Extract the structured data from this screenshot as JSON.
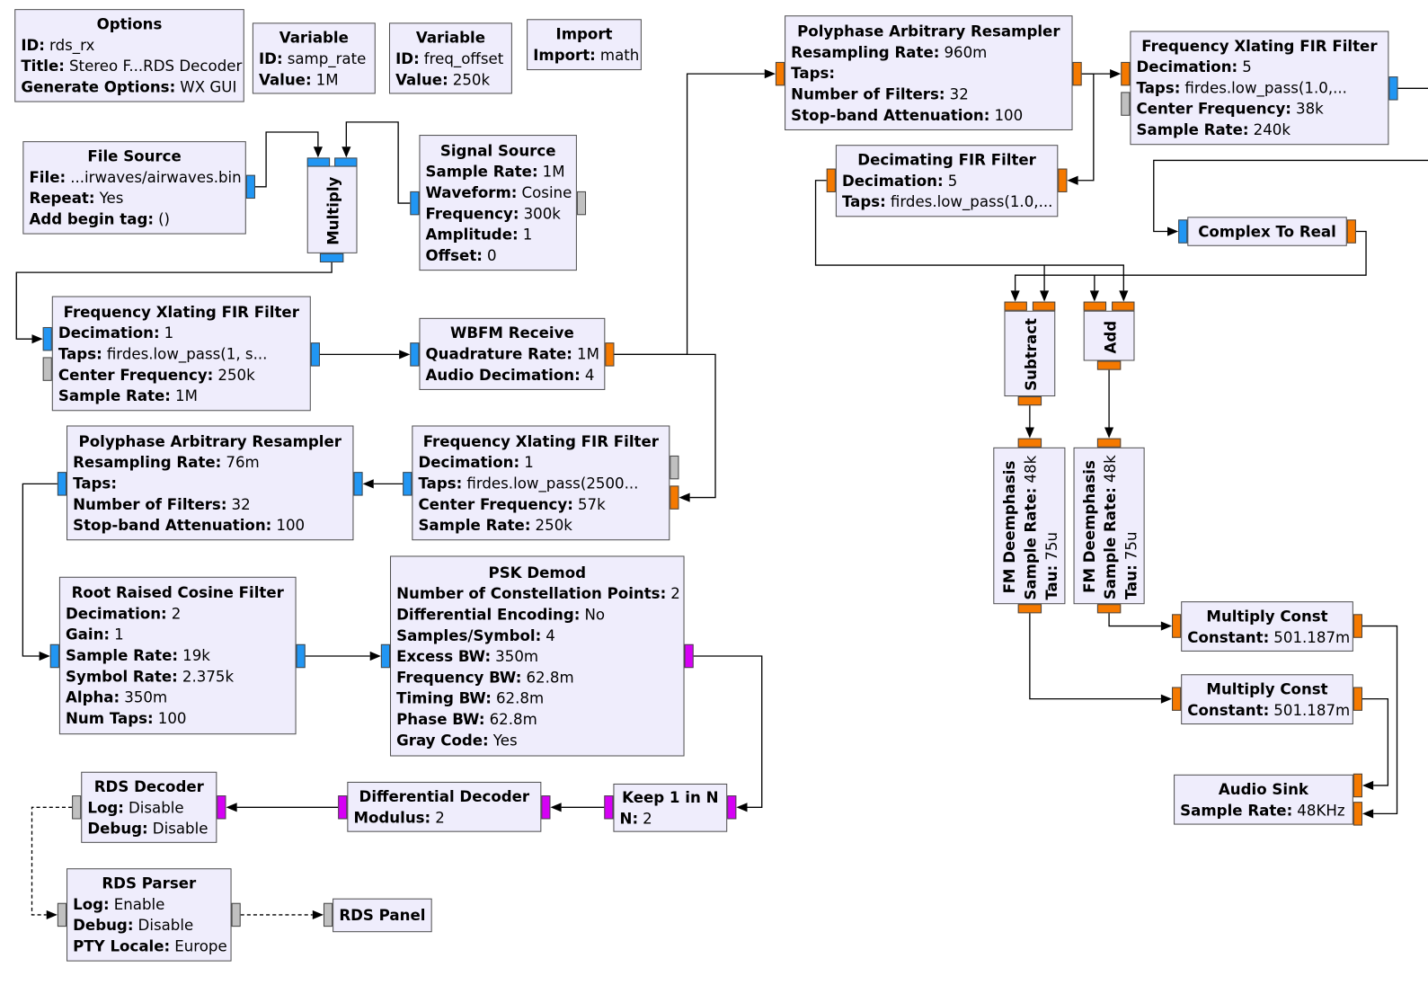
{
  "colors": {
    "block_fill": "#efedfc",
    "block_border": "#4f4f4f",
    "wire": "#000000",
    "port_complex": "#2196f3",
    "port_float": "#f57900",
    "port_byte": "#d600f5",
    "port_message": "#c0c0c0"
  },
  "blocks": {
    "options": {
      "title": "Options",
      "params": [
        {
          "label": "ID:",
          "value": "rds_rx"
        },
        {
          "label": "Title:",
          "value": "Stereo F...RDS Decoder"
        },
        {
          "label": "Generate Options:",
          "value": "WX GUI"
        }
      ]
    },
    "var_samp_rate": {
      "title": "Variable",
      "params": [
        {
          "label": "ID:",
          "value": "samp_rate"
        },
        {
          "label": "Value:",
          "value": "1M"
        }
      ]
    },
    "var_freq_offset": {
      "title": "Variable",
      "params": [
        {
          "label": "ID:",
          "value": "freq_offset"
        },
        {
          "label": "Value:",
          "value": "250k"
        }
      ]
    },
    "import": {
      "title": "Import",
      "params": [
        {
          "label": "Import:",
          "value": "math"
        }
      ]
    },
    "file_source": {
      "title": "File Source",
      "params": [
        {
          "label": "File:",
          "value": "...irwaves/airwaves.bin"
        },
        {
          "label": "Repeat:",
          "value": "Yes"
        },
        {
          "label": "Add begin tag:",
          "value": "()"
        }
      ]
    },
    "multiply": {
      "title": "Multiply"
    },
    "signal_source": {
      "title": "Signal Source",
      "params": [
        {
          "label": "Sample Rate:",
          "value": "1M"
        },
        {
          "label": "Waveform:",
          "value": "Cosine"
        },
        {
          "label": "Frequency:",
          "value": "300k"
        },
        {
          "label": "Amplitude:",
          "value": "1"
        },
        {
          "label": "Offset:",
          "value": "0"
        }
      ]
    },
    "freq_xlating_1": {
      "title": "Frequency Xlating FIR Filter",
      "params": [
        {
          "label": "Decimation:",
          "value": "1"
        },
        {
          "label": "Taps:",
          "value": "firdes.low_pass(1, s..."
        },
        {
          "label": "Center Frequency:",
          "value": "250k"
        },
        {
          "label": "Sample Rate:",
          "value": "1M"
        }
      ]
    },
    "wbfm_receive": {
      "title": "WBFM Receive",
      "params": [
        {
          "label": "Quadrature Rate:",
          "value": "1M"
        },
        {
          "label": "Audio Decimation:",
          "value": "4"
        }
      ]
    },
    "resampler_1": {
      "title": "Polyphase Arbitrary Resampler",
      "params": [
        {
          "label": "Resampling Rate:",
          "value": "960m"
        },
        {
          "label": "Taps:",
          "value": ""
        },
        {
          "label": "Number of Filters:",
          "value": "32"
        },
        {
          "label": "Stop-band Attenuation:",
          "value": "100"
        }
      ]
    },
    "freq_xlating_38k": {
      "title": "Frequency Xlating FIR Filter",
      "params": [
        {
          "label": "Decimation:",
          "value": "5"
        },
        {
          "label": "Taps:",
          "value": "firdes.low_pass(1.0,..."
        },
        {
          "label": "Center Frequency:",
          "value": "38k"
        },
        {
          "label": "Sample Rate:",
          "value": "240k"
        }
      ]
    },
    "decimating_fir": {
      "title": "Decimating FIR Filter",
      "params": [
        {
          "label": "Decimation:",
          "value": "5"
        },
        {
          "label": "Taps:",
          "value": "firdes.low_pass(1.0,..."
        }
      ]
    },
    "complex_to_real": {
      "title": "Complex To Real"
    },
    "subtract": {
      "title": "Subtract"
    },
    "add": {
      "title": "Add"
    },
    "fm_deemph_1": {
      "title": "FM Deemphasis",
      "params": [
        {
          "label": "Sample Rate:",
          "value": "48k"
        },
        {
          "label": "Tau:",
          "value": "75u"
        }
      ]
    },
    "fm_deemph_2": {
      "title": "FM Deemphasis",
      "params": [
        {
          "label": "Sample Rate:",
          "value": "48k"
        },
        {
          "label": "Tau:",
          "value": "75u"
        }
      ]
    },
    "multiply_const_1": {
      "title": "Multiply Const",
      "params": [
        {
          "label": "Constant:",
          "value": "501.187m"
        }
      ]
    },
    "multiply_const_2": {
      "title": "Multiply Const",
      "params": [
        {
          "label": "Constant:",
          "value": "501.187m"
        }
      ]
    },
    "audio_sink": {
      "title": "Audio Sink",
      "params": [
        {
          "label": "Sample Rate:",
          "value": "48KHz"
        }
      ]
    },
    "freq_xlating_57k": {
      "title": "Frequency Xlating FIR Filter",
      "params": [
        {
          "label": "Decimation:",
          "value": "1"
        },
        {
          "label": "Taps:",
          "value": "firdes.low_pass(2500..."
        },
        {
          "label": "Center Frequency:",
          "value": "57k"
        },
        {
          "label": "Sample Rate:",
          "value": "250k"
        }
      ]
    },
    "resampler_2": {
      "title": "Polyphase Arbitrary Resampler",
      "params": [
        {
          "label": "Resampling Rate:",
          "value": "76m"
        },
        {
          "label": "Taps:",
          "value": ""
        },
        {
          "label": "Number of Filters:",
          "value": "32"
        },
        {
          "label": "Stop-band Attenuation:",
          "value": "100"
        }
      ]
    },
    "rrc_filter": {
      "title": "Root Raised Cosine Filter",
      "params": [
        {
          "label": "Decimation:",
          "value": "2"
        },
        {
          "label": "Gain:",
          "value": "1"
        },
        {
          "label": "Sample Rate:",
          "value": "19k"
        },
        {
          "label": "Symbol Rate:",
          "value": "2.375k"
        },
        {
          "label": "Alpha:",
          "value": "350m"
        },
        {
          "label": "Num Taps:",
          "value": "100"
        }
      ]
    },
    "psk_demod": {
      "title": "PSK Demod",
      "params": [
        {
          "label": "Number of Constellation Points:",
          "value": "2"
        },
        {
          "label": "Differential Encoding:",
          "value": "No"
        },
        {
          "label": "Samples/Symbol:",
          "value": "4"
        },
        {
          "label": "Excess BW:",
          "value": "350m"
        },
        {
          "label": "Frequency BW:",
          "value": "62.8m"
        },
        {
          "label": "Timing BW:",
          "value": "62.8m"
        },
        {
          "label": "Phase BW:",
          "value": "62.8m"
        },
        {
          "label": "Gray Code:",
          "value": "Yes"
        }
      ]
    },
    "keep_1_in_n": {
      "title": "Keep 1 in N",
      "params": [
        {
          "label": "N:",
          "value": "2"
        }
      ]
    },
    "differential_decoder": {
      "title": "Differential Decoder",
      "params": [
        {
          "label": "Modulus:",
          "value": "2"
        }
      ]
    },
    "rds_decoder": {
      "title": "RDS Decoder",
      "params": [
        {
          "label": "Log:",
          "value": "Disable"
        },
        {
          "label": "Debug:",
          "value": "Disable"
        }
      ]
    },
    "rds_parser": {
      "title": "RDS Parser",
      "params": [
        {
          "label": "Log:",
          "value": "Enable"
        },
        {
          "label": "Debug:",
          "value": "Disable"
        },
        {
          "label": "PTY Locale:",
          "value": "Europe"
        }
      ]
    },
    "rds_panel": {
      "title": "RDS Panel"
    }
  },
  "connections": [
    {
      "from": "file_source",
      "to": "multiply",
      "style": "solid"
    },
    {
      "from": "signal_source",
      "to": "multiply",
      "style": "solid"
    },
    {
      "from": "multiply",
      "to": "freq_xlating_1",
      "style": "solid"
    },
    {
      "from": "freq_xlating_1",
      "to": "wbfm_receive",
      "style": "solid"
    },
    {
      "from": "wbfm_receive",
      "to": "resampler_1",
      "style": "solid"
    },
    {
      "from": "wbfm_receive",
      "to": "freq_xlating_57k",
      "style": "solid"
    },
    {
      "from": "resampler_1",
      "to": "freq_xlating_38k",
      "style": "solid"
    },
    {
      "from": "resampler_1",
      "to": "decimating_fir",
      "style": "solid"
    },
    {
      "from": "freq_xlating_38k",
      "to": "complex_to_real",
      "style": "solid"
    },
    {
      "from": "decimating_fir",
      "to": "subtract",
      "style": "solid"
    },
    {
      "from": "decimating_fir",
      "to": "add",
      "style": "solid"
    },
    {
      "from": "complex_to_real",
      "to": "subtract",
      "style": "solid"
    },
    {
      "from": "complex_to_real",
      "to": "add",
      "style": "solid"
    },
    {
      "from": "subtract",
      "to": "fm_deemph_1",
      "style": "solid"
    },
    {
      "from": "add",
      "to": "fm_deemph_2",
      "style": "solid"
    },
    {
      "from": "fm_deemph_2",
      "to": "multiply_const_1",
      "style": "solid"
    },
    {
      "from": "fm_deemph_1",
      "to": "multiply_const_2",
      "style": "solid"
    },
    {
      "from": "multiply_const_1",
      "to": "audio_sink",
      "style": "solid"
    },
    {
      "from": "multiply_const_2",
      "to": "audio_sink",
      "style": "solid"
    },
    {
      "from": "freq_xlating_57k",
      "to": "resampler_2",
      "style": "solid"
    },
    {
      "from": "resampler_2",
      "to": "rrc_filter",
      "style": "solid"
    },
    {
      "from": "rrc_filter",
      "to": "psk_demod",
      "style": "solid"
    },
    {
      "from": "psk_demod",
      "to": "keep_1_in_n",
      "style": "solid"
    },
    {
      "from": "keep_1_in_n",
      "to": "differential_decoder",
      "style": "solid"
    },
    {
      "from": "differential_decoder",
      "to": "rds_decoder",
      "style": "solid"
    },
    {
      "from": "rds_decoder",
      "to": "rds_parser",
      "style": "dashed"
    },
    {
      "from": "rds_parser",
      "to": "rds_panel",
      "style": "dashed"
    }
  ]
}
